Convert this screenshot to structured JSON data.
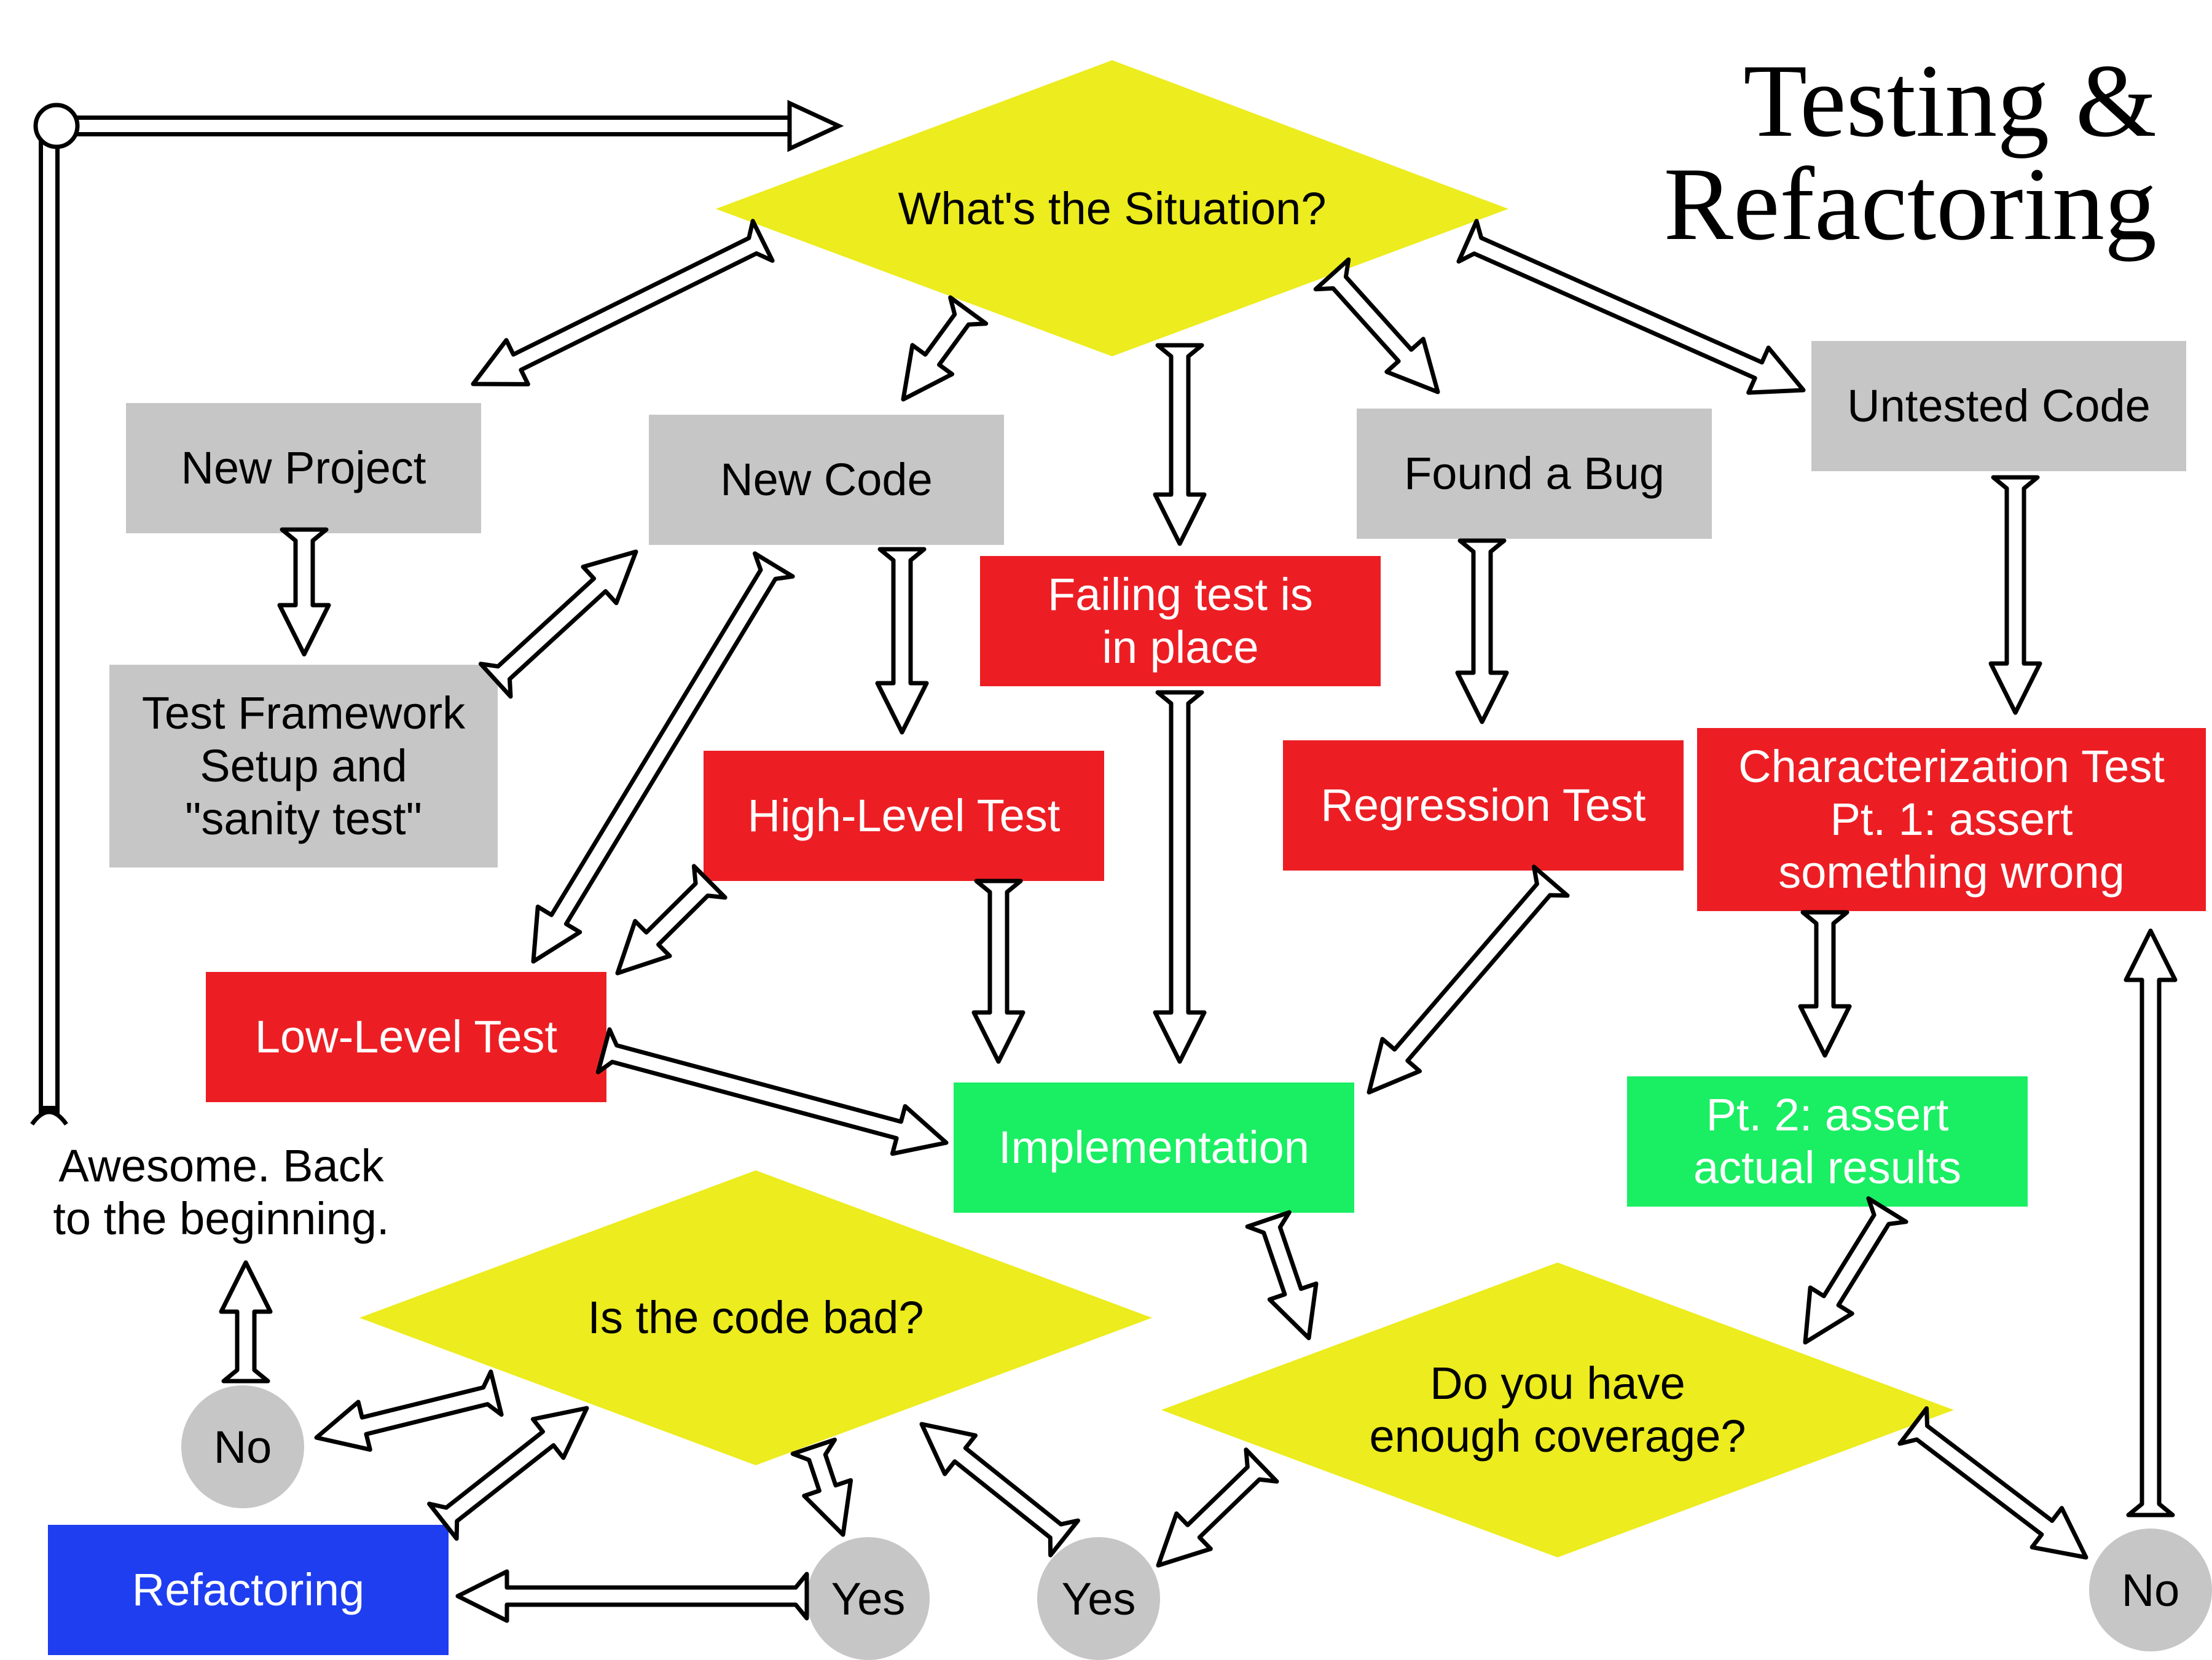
{
  "title": {
    "line1": "Testing &",
    "line2": "Refactoring"
  },
  "decisions": {
    "situation": "What's the Situation?",
    "code_bad": "Is the code bad?",
    "coverage": {
      "line1": "Do you have",
      "line2": "enough coverage?"
    }
  },
  "situations": {
    "new_project": "New Project",
    "new_code": "New Code",
    "found_bug": "Found a Bug",
    "untested_code": "Untested Code"
  },
  "steps": {
    "framework": {
      "line1": "Test Framework",
      "line2": "Setup and",
      "line3": "\"sanity test\""
    },
    "failing_test": {
      "line1": "Failing test is",
      "line2": "in place"
    },
    "high_level_test": "High-Level Test",
    "low_level_test": "Low-Level Test",
    "regression_test": "Regression Test",
    "characterization": {
      "line1": "Characterization Test",
      "line2": "Pt. 1: assert",
      "line3": "something wrong"
    },
    "implementation": "Implementation",
    "pt2": {
      "line1": "Pt. 2: assert",
      "line2": "actual results"
    },
    "refactoring": "Refactoring"
  },
  "answers": {
    "no_left": "No",
    "yes_mid": "Yes",
    "yes_right": "Yes",
    "no_right": "No"
  },
  "back_note": {
    "line1": "Awesome. Back",
    "line2": "to the beginning."
  },
  "colors": {
    "decision": "#ecec1e",
    "situation": "#c6c6c6",
    "test": "#ec1e24",
    "implementation": "#1aee63",
    "refactoring": "#1e3ef0",
    "answer": "#c6c6c6"
  }
}
